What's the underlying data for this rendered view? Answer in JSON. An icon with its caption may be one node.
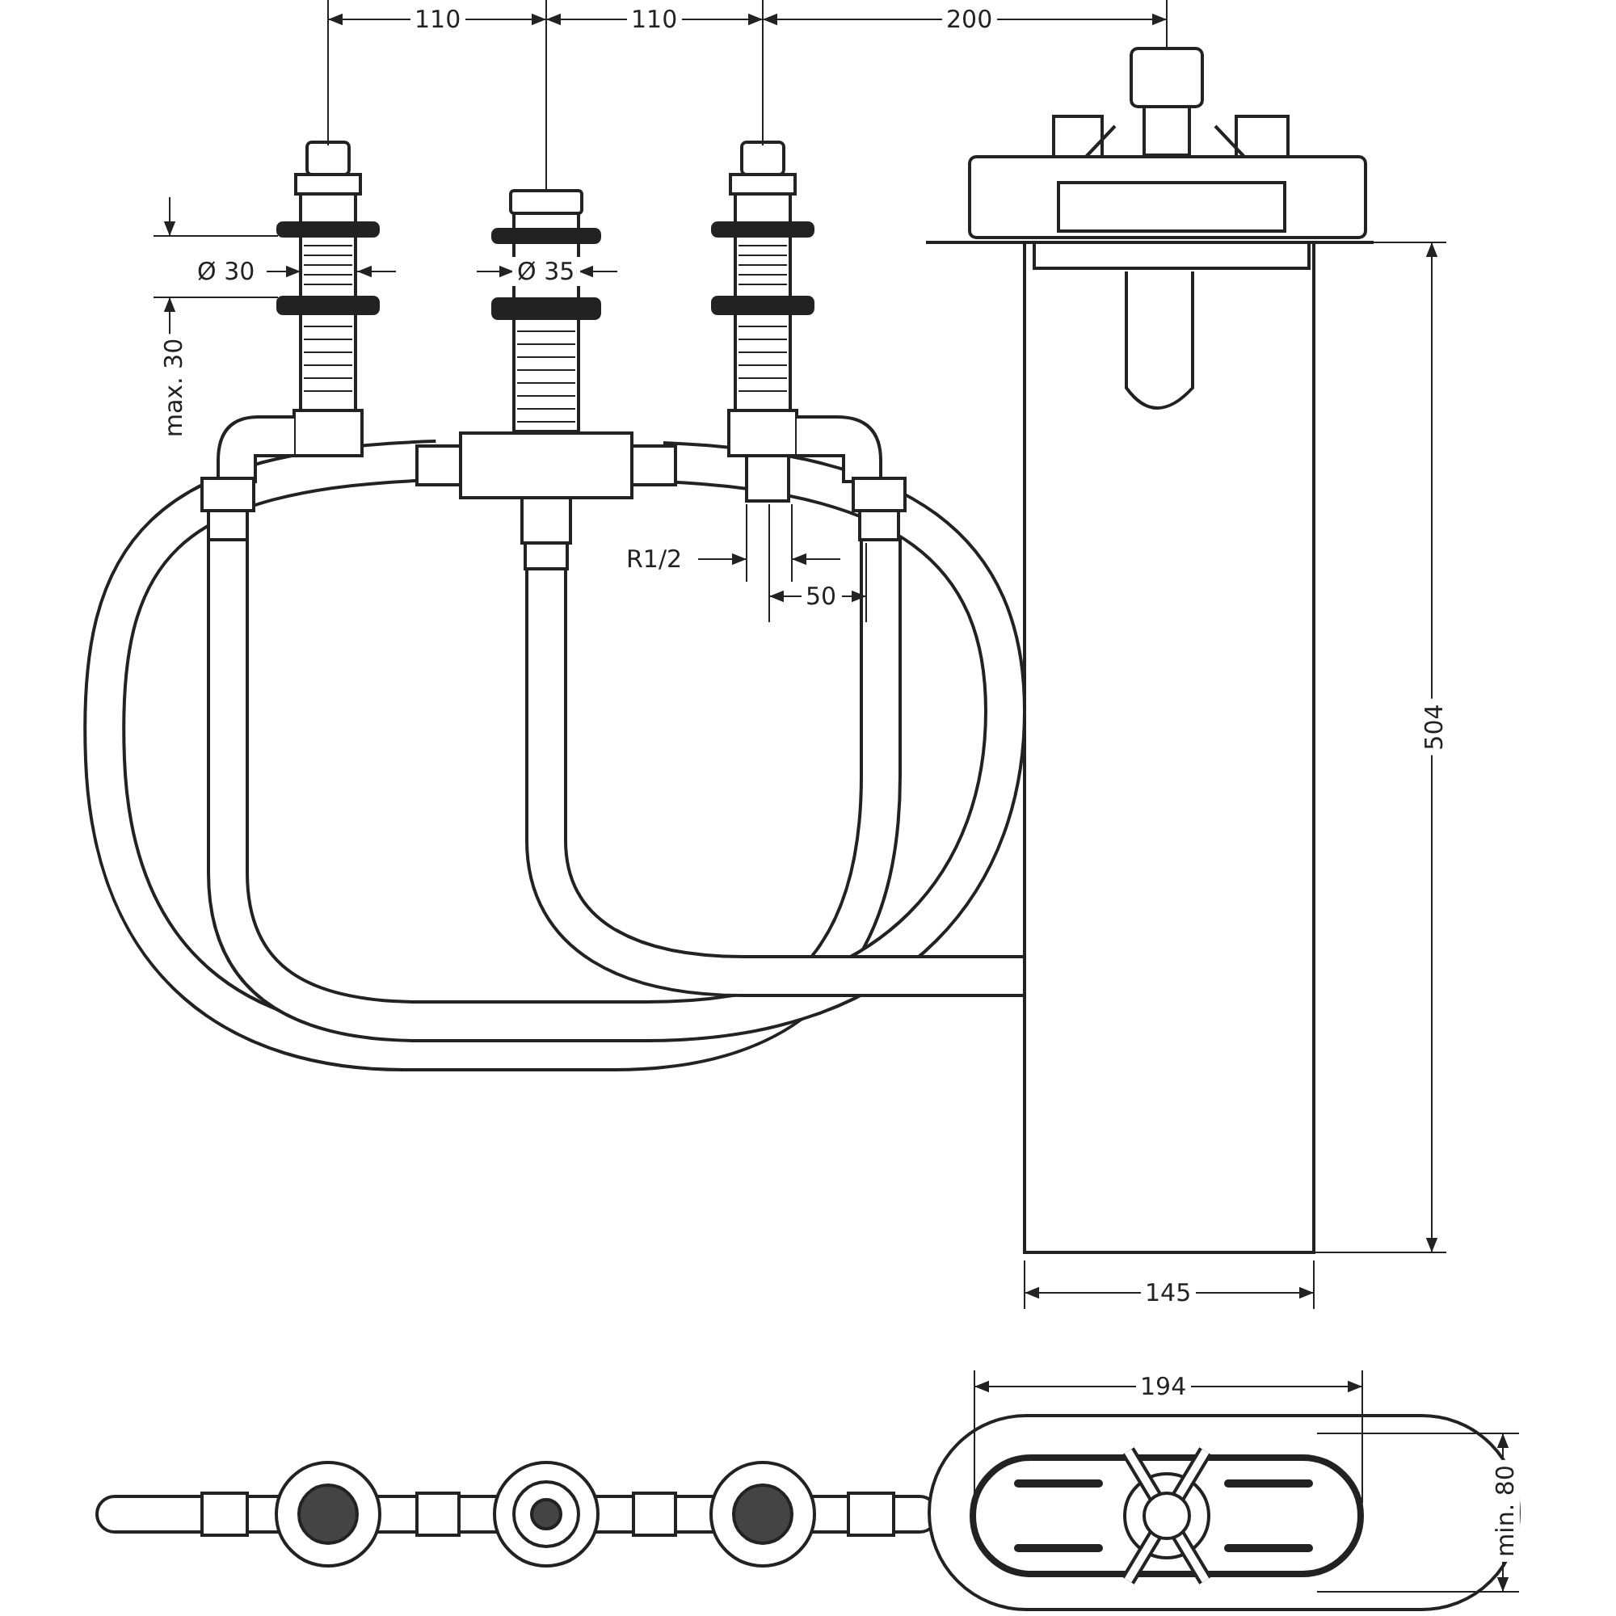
{
  "diagram": {
    "labels": [
      "110",
      "110",
      "200",
      "Ø 30",
      "Ø 35",
      "max. 30",
      "R1/2",
      "50",
      "504",
      "145",
      "194",
      "min. 80"
    ]
  }
}
